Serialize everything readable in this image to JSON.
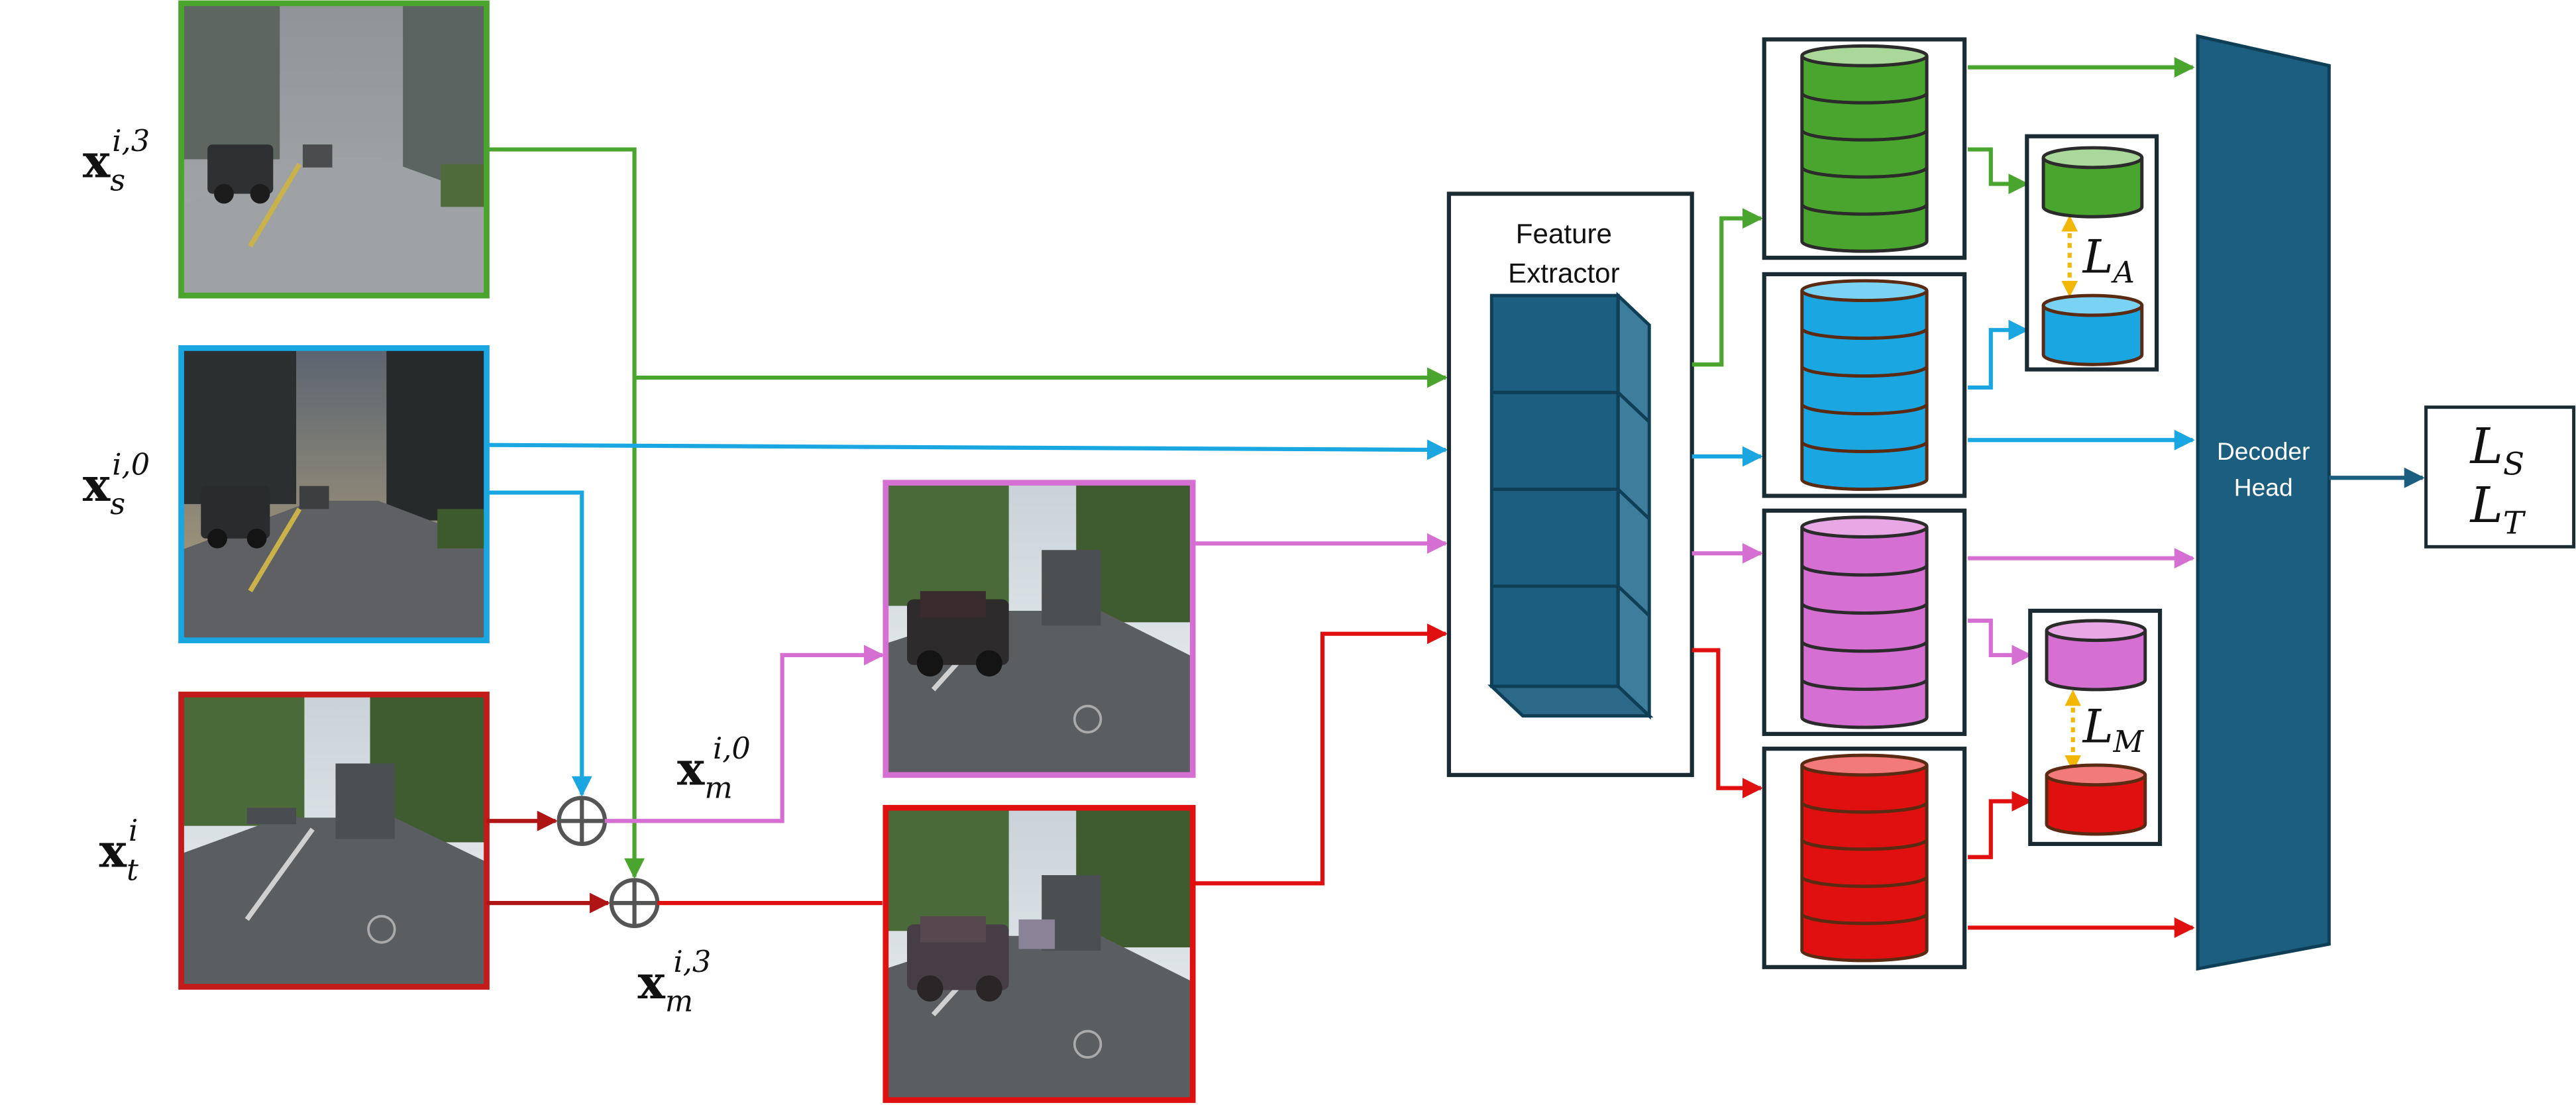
{
  "colors": {
    "green": "#4aa52e",
    "blue": "#1aa6e0",
    "pink": "#d56fd2",
    "red": "#e01010",
    "darkred": "#b01515",
    "navy": "#1b5e80",
    "navy_dark": "#0f3f57",
    "gold": "#f2b705",
    "outline": "#1a2b33"
  },
  "icons": {
    "combine": "circle-plus-icon",
    "arrow": "arrowhead-icon",
    "cylinder": "feature-bank-cylinder-icon"
  },
  "inputs": {
    "xs3": {
      "base": "x",
      "sub": "s",
      "sup": "i,3"
    },
    "xs0": {
      "base": "x",
      "sub": "s",
      "sup": "i,0"
    },
    "xt": {
      "base": "x",
      "sub": "t",
      "sup": "i"
    },
    "xm0": {
      "base": "x",
      "sub": "m",
      "sup": "i,0"
    },
    "xm3": {
      "base": "x",
      "sub": "m",
      "sup": "i,3"
    }
  },
  "feature_extractor": {
    "line1": "Feature",
    "line2": "Extractor"
  },
  "decoder": {
    "line1": "Decoder",
    "line2": "Head"
  },
  "losses": {
    "align": {
      "symbol": "L",
      "sub": "A"
    },
    "mix": {
      "symbol": "L",
      "sub": "M"
    },
    "source": {
      "symbol": "L",
      "sub": "S"
    },
    "target": {
      "symbol": "L",
      "sub": "T"
    }
  }
}
